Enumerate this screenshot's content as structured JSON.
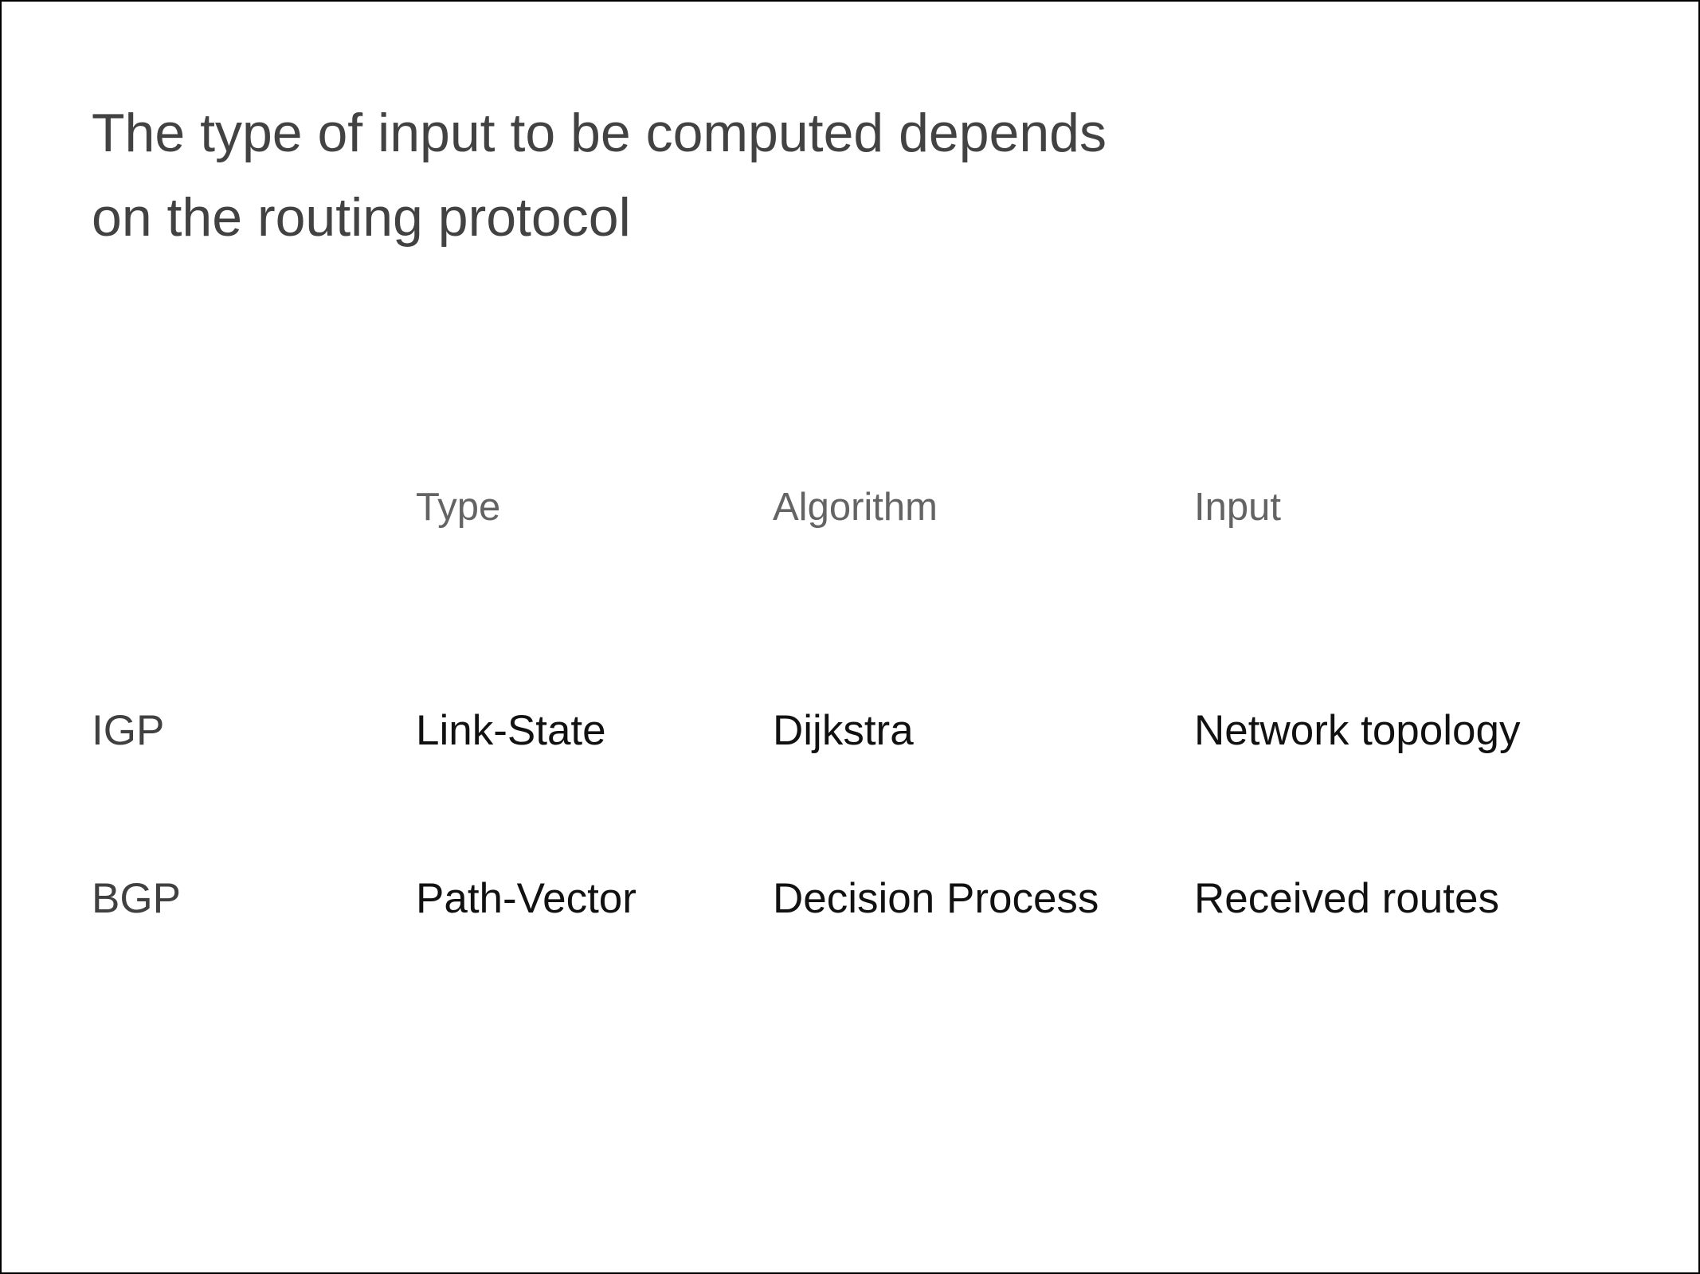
{
  "slide": {
    "title": {
      "lines": [
        "The type of input to be computed depends",
        "on the routing protocol"
      ]
    },
    "table": {
      "columns": [
        "Type",
        "Algorithm",
        "Input"
      ],
      "rows": [
        {
          "protocol": "IGP",
          "type": "Link-State",
          "algorithm": "Dijkstra",
          "input": "Network topology"
        },
        {
          "protocol": "BGP",
          "type": "Path-Vector",
          "algorithm": "Decision Process",
          "input": "Received routes"
        }
      ]
    },
    "colors": {
      "title_text": "#424242",
      "header_text": "#646464",
      "protocol_text": "#404040",
      "data_text": "#111111",
      "background": "#ffffff",
      "border": "#000000"
    }
  }
}
